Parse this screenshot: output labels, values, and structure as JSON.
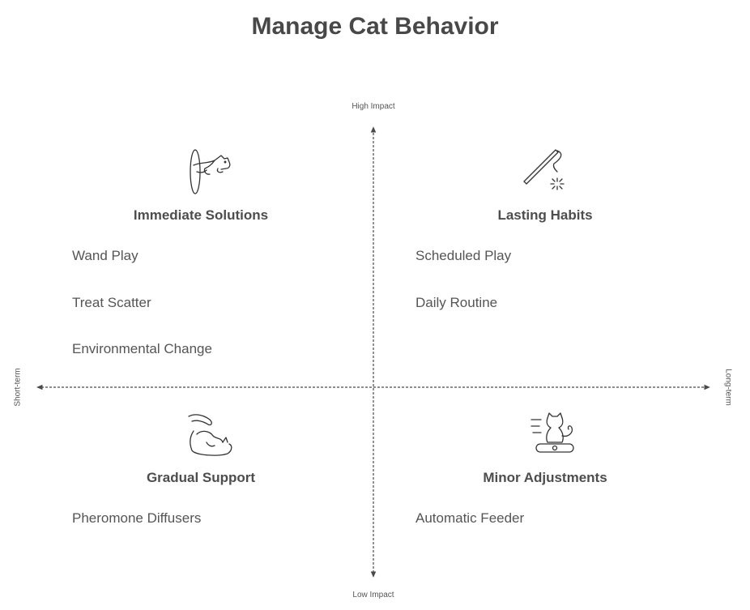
{
  "title": "Manage Cat Behavior",
  "axes": {
    "top": "High Impact",
    "bottom": "Low Impact",
    "left": "Short-term",
    "right": "Long-term"
  },
  "quadrants": [
    {
      "title": "Immediate Solutions",
      "icon": "cat-jumping-icon",
      "items": [
        "Wand Play",
        "Treat Scatter",
        "Environmental Change"
      ]
    },
    {
      "title": "Lasting Habits",
      "icon": "wand-toy-icon",
      "items": [
        "Scheduled Play",
        "Daily Routine"
      ]
    },
    {
      "title": "Gradual Support",
      "icon": "petting-cat-icon",
      "items": [
        "Pheromone Diffusers"
      ]
    },
    {
      "title": "Minor Adjustments",
      "icon": "cat-on-feeder-icon",
      "items": [
        "Automatic Feeder"
      ]
    }
  ]
}
